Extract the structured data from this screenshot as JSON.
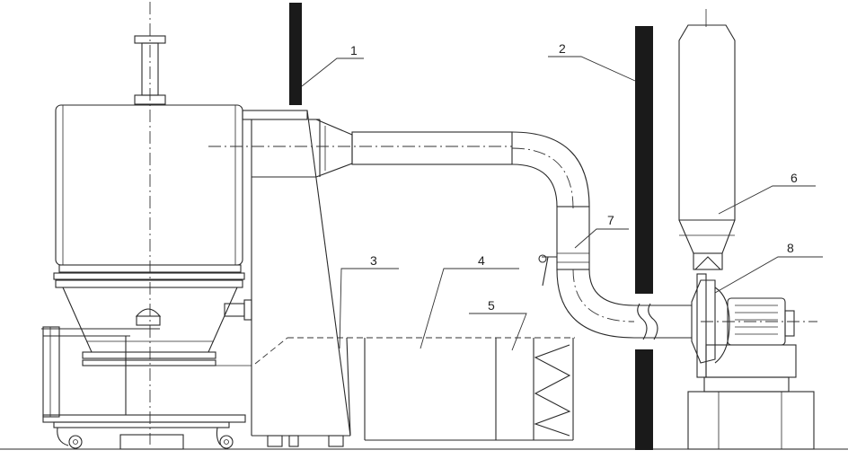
{
  "callouts": [
    {
      "id": "1",
      "text": "1"
    },
    {
      "id": "2",
      "text": "2"
    },
    {
      "id": "3",
      "text": "3"
    },
    {
      "id": "4",
      "text": "4"
    },
    {
      "id": "5",
      "text": "5"
    },
    {
      "id": "6",
      "text": "6"
    },
    {
      "id": "7",
      "text": "7"
    },
    {
      "id": "8",
      "text": "8"
    }
  ],
  "colors": {
    "line": "#2a2a2a",
    "wall": "#1a1a1a",
    "background": "#ffffff"
  }
}
